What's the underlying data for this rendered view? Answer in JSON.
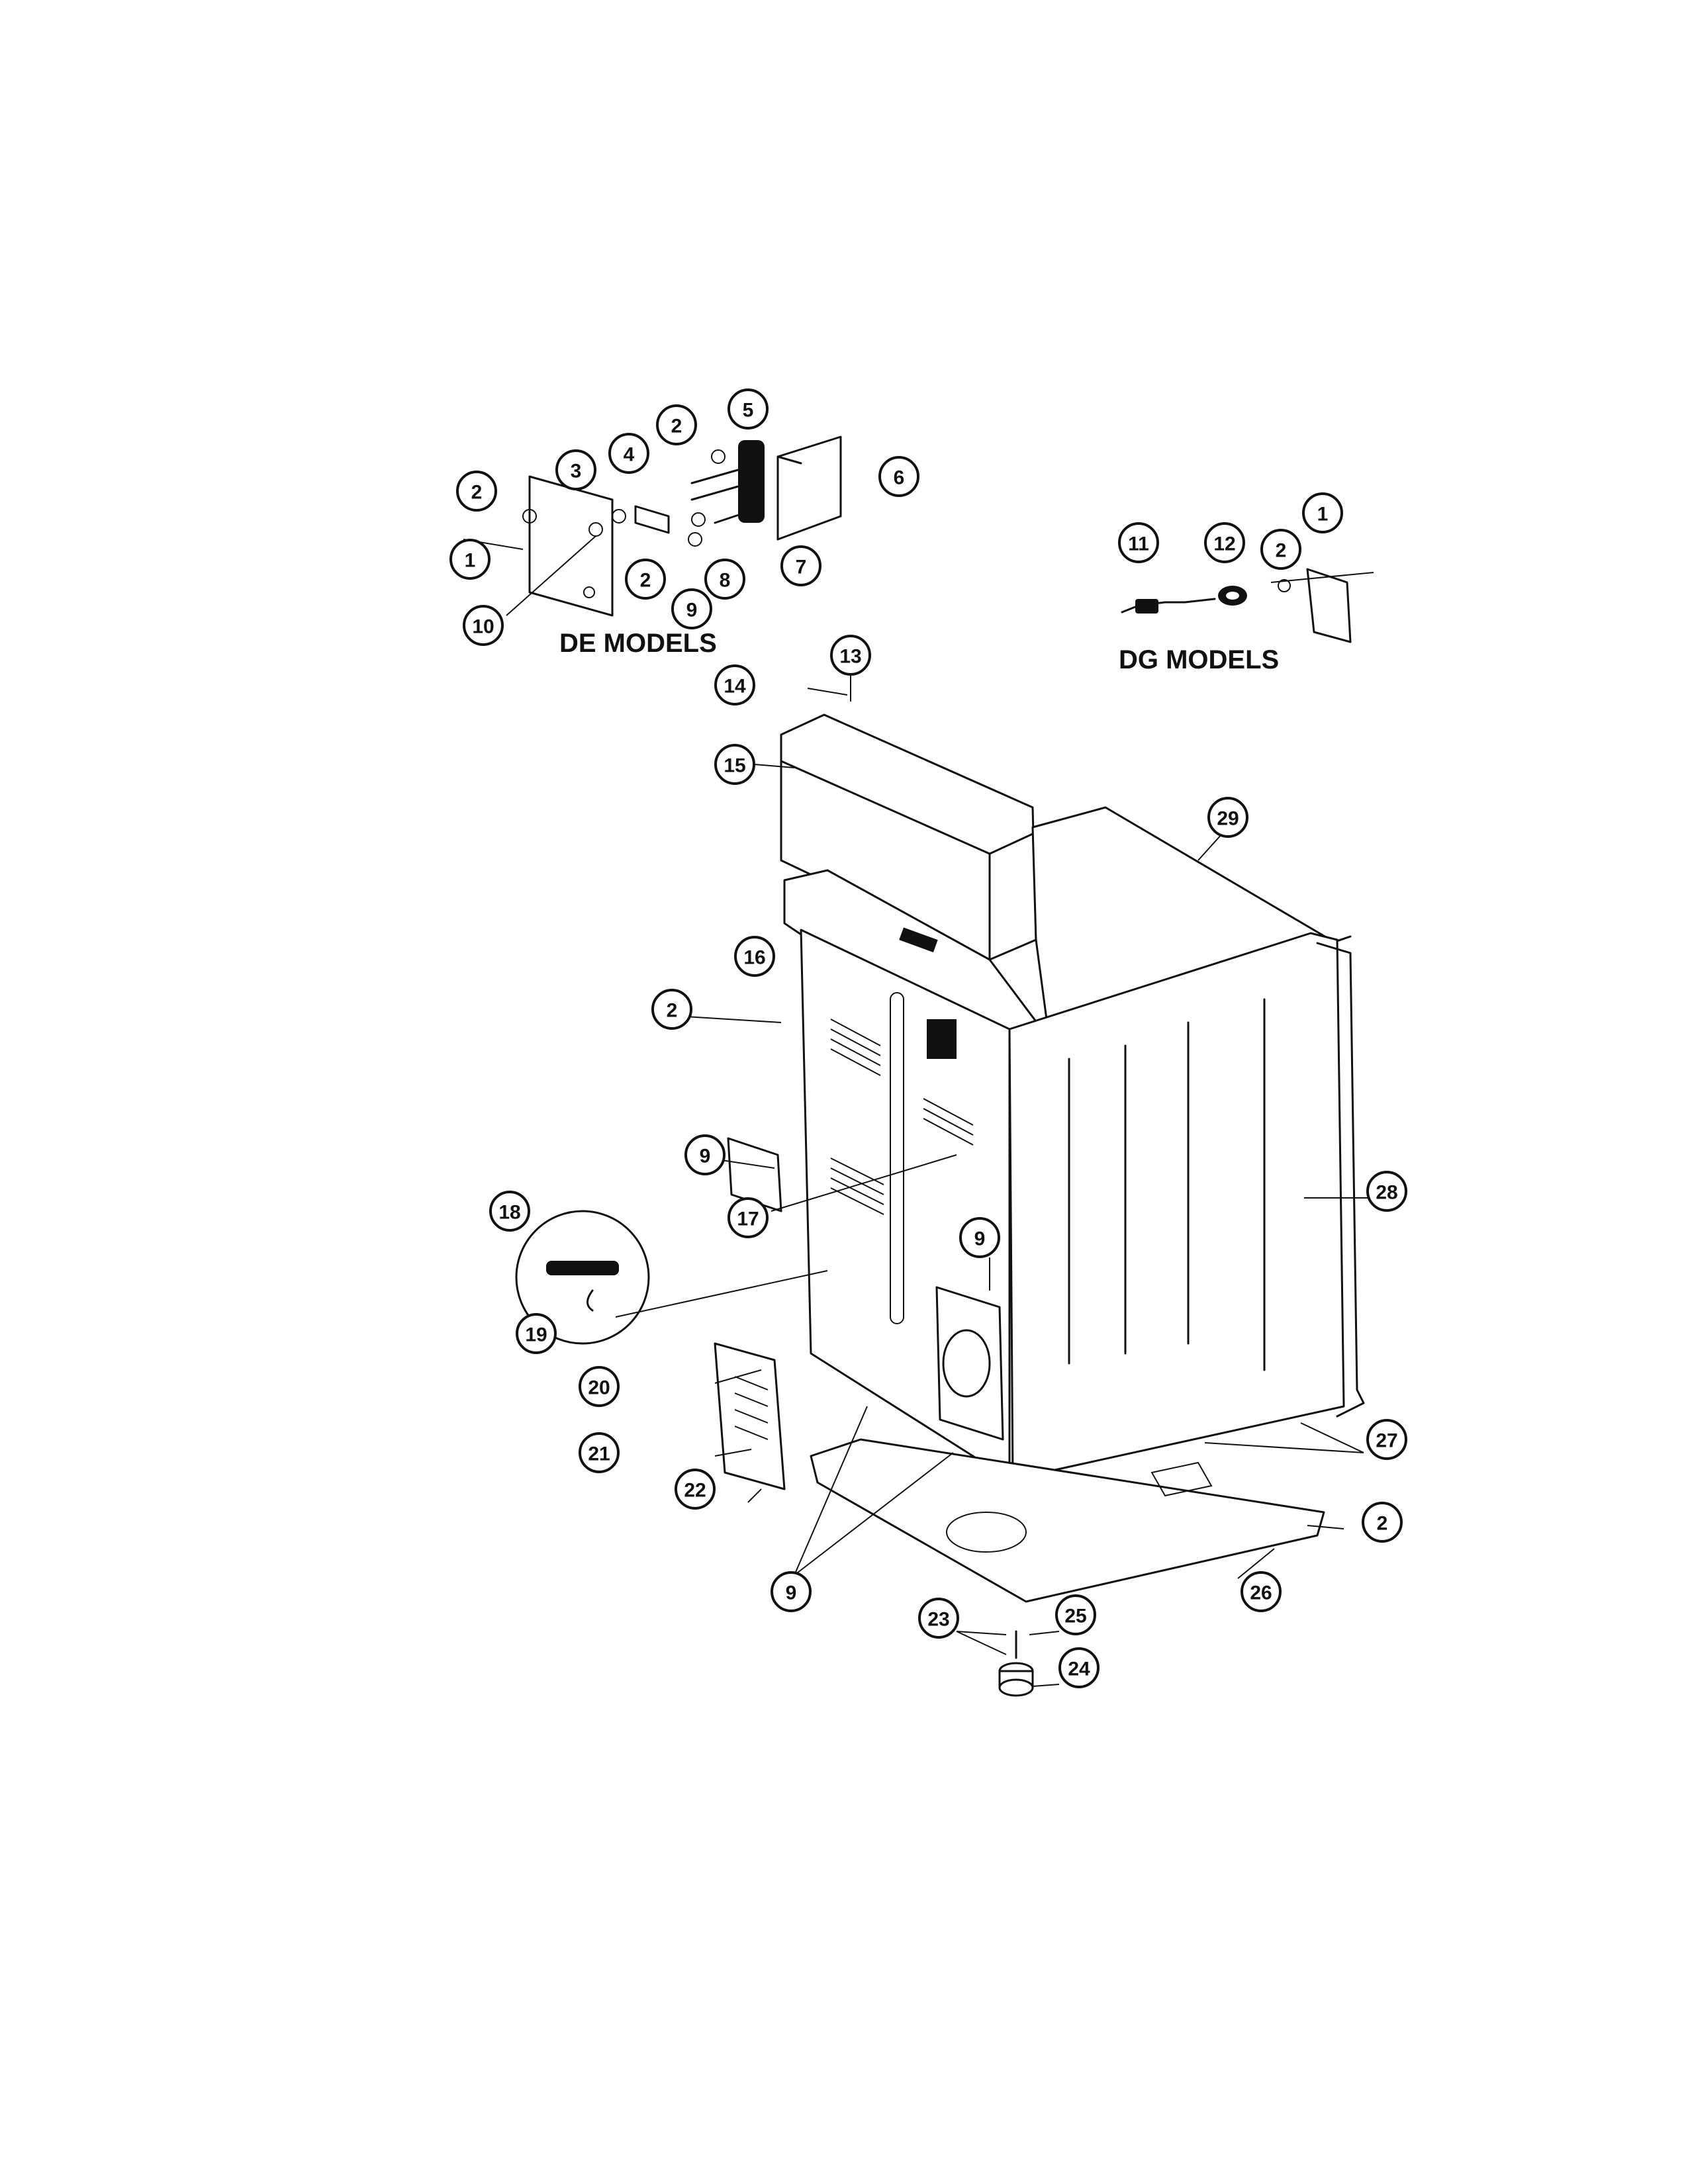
{
  "titles": {
    "de_models": "DE MODELS",
    "dg_models": "DG MODELS"
  },
  "callouts": {
    "c1_de": "1",
    "c2_de_a": "2",
    "c3": "3",
    "c4": "4",
    "c2_de_b": "2",
    "c5": "5",
    "c6": "6",
    "c7": "7",
    "c8": "8",
    "c9_de": "9",
    "c2_de_c": "2",
    "c10": "10",
    "c11": "11",
    "c12": "12",
    "c2_dg": "2",
    "c1_dg": "1",
    "c13": "13",
    "c14": "14",
    "c15": "15",
    "c16": "16",
    "c2_main": "2",
    "c9_a": "9",
    "c17": "17",
    "c18": "18",
    "c19": "19",
    "c9_b": "9",
    "c20": "20",
    "c21": "21",
    "c22": "22",
    "c9_c": "9",
    "c23": "23",
    "c25": "25",
    "c24": "24",
    "c26": "26",
    "c2_base": "2",
    "c27": "27",
    "c28": "28",
    "c29": "29"
  }
}
